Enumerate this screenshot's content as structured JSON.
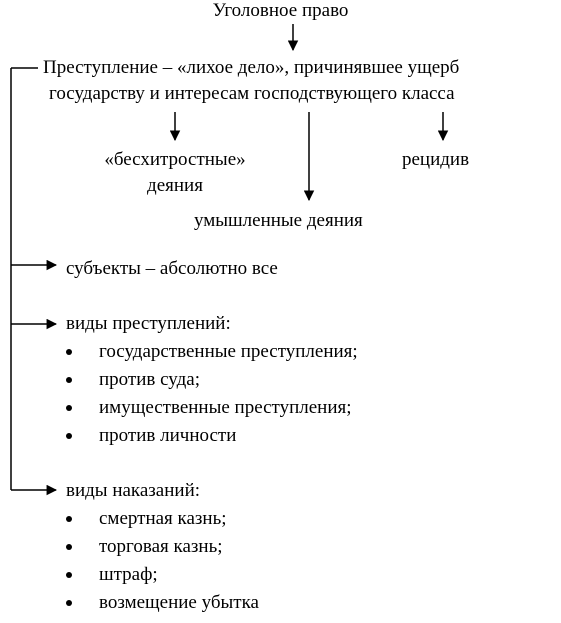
{
  "diagram": {
    "root": "Уголовное право",
    "definition": {
      "line1": "Преступление – «лихое дело», причинявшее ущерб",
      "line2": "государству и интересам господствующего класса"
    },
    "branches": {
      "simple_line1": "«бесхитростные»",
      "simple_line2": "деяния",
      "recidivism": "рецидив",
      "intentional": "умышленные деяния"
    },
    "subjects": "субъекты – абсолютно все",
    "crime_types": {
      "title": "виды преступлений:",
      "items": [
        "государственные преступления;",
        "против суда;",
        "имущественные преступления;",
        "против личности"
      ]
    },
    "punishment_types": {
      "title": "виды наказаний:",
      "items": [
        "смертная казнь;",
        "торговая казнь;",
        "штраф;",
        "возмещение убытка"
      ]
    }
  }
}
